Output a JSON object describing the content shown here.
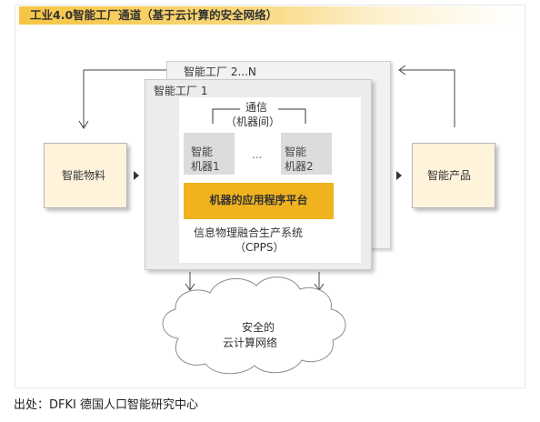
{
  "title": "工业4.0智能工厂通道（基于云计算的安全网络）",
  "factory_back_label": "智能工厂 2...N",
  "factory_front_label": "智能工厂 1",
  "communication": {
    "line1": "通信",
    "line2": "（机器间）"
  },
  "machine1": {
    "line1": "智能",
    "line2": "机器1"
  },
  "machine_ellipsis": "...",
  "machine2": {
    "line1": "智能",
    "line2": "机器2"
  },
  "platform": "机器的应用程序平台",
  "cpps": {
    "line1": "信息物理融合生产系统",
    "line2": "（CPPS）"
  },
  "left_box": "智能物料",
  "right_box": "智能产品",
  "cloud": {
    "line1": "安全的",
    "line2": "云计算网络"
  },
  "footer": "出处：DFKI 德国人口智能研究中心",
  "colors": {
    "title_bar": "#f6c544",
    "platform": "#f0b21e",
    "side_box": "#fff3dc",
    "machine": "#dcdcdc",
    "factory": "#ececec"
  }
}
